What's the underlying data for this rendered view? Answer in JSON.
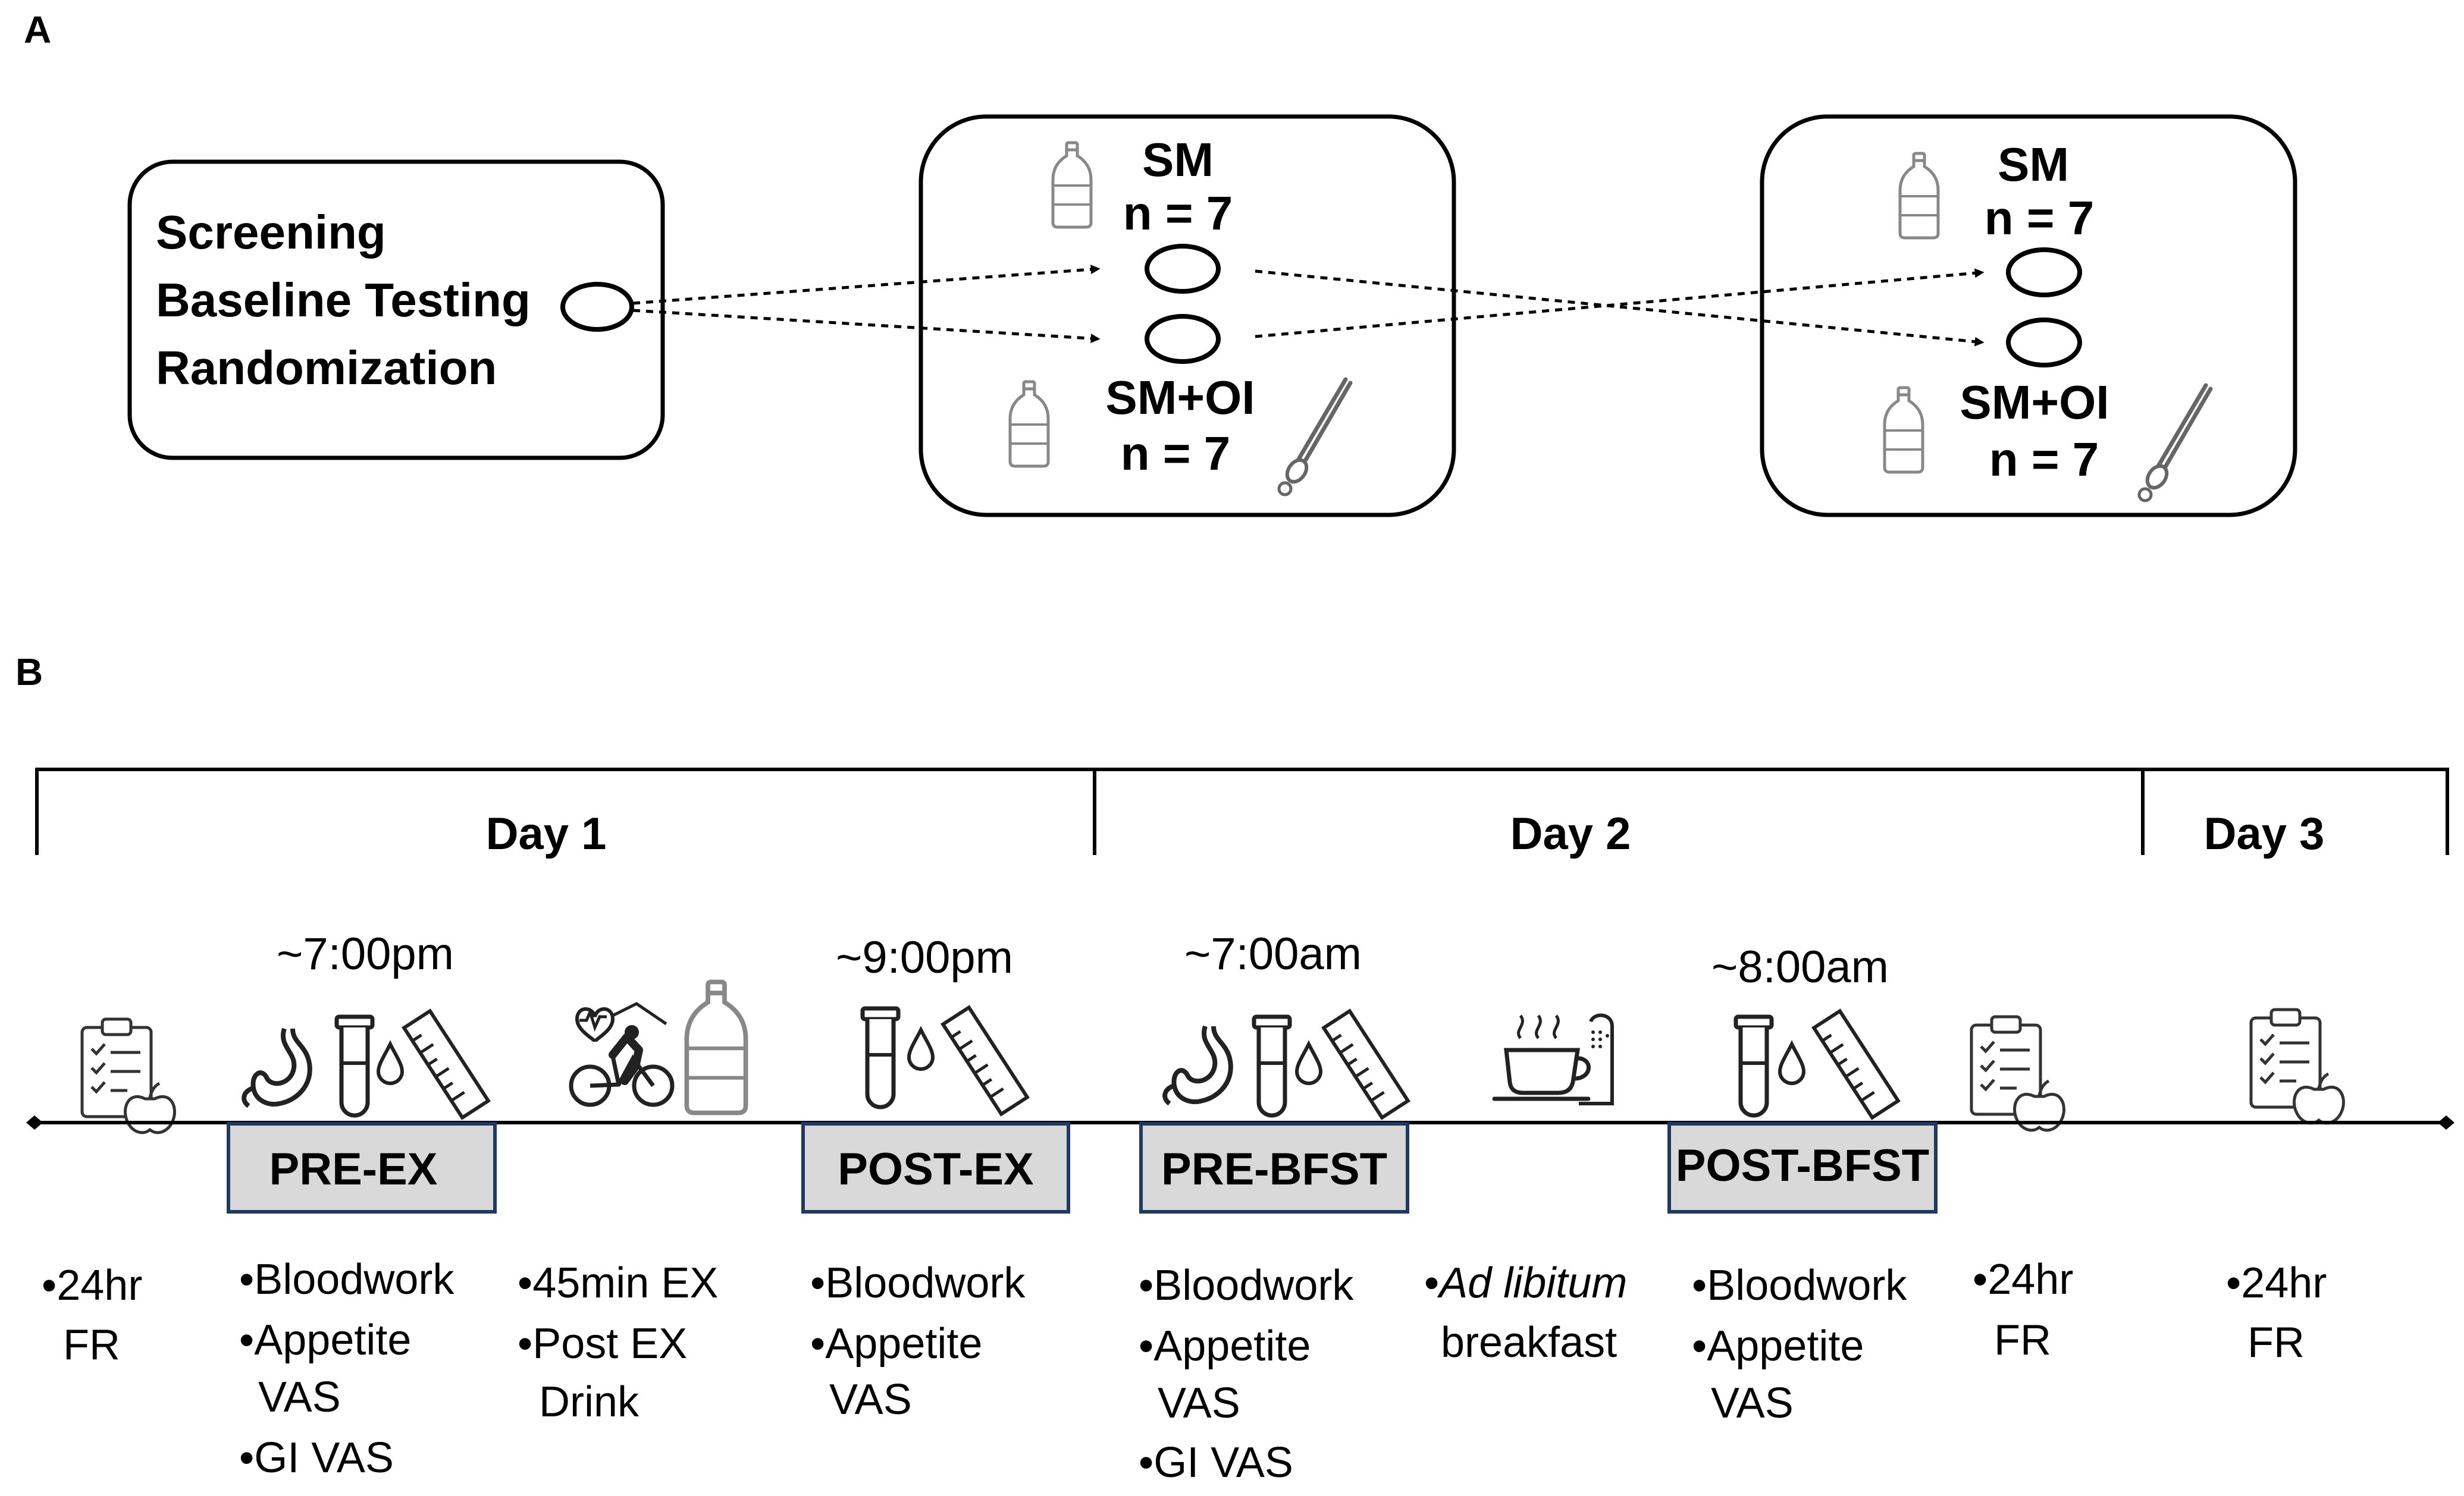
{
  "panel_a": {
    "label": "A",
    "start_box": {
      "lines": [
        "Screening",
        "Baseline Testing",
        "Randomization"
      ]
    },
    "period1": {
      "top_group": {
        "name": "SM",
        "n": "n = 7"
      },
      "bottom_group": {
        "name": "SM+OI",
        "n": "n = 7"
      }
    },
    "period2": {
      "top_group": {
        "name": "SM",
        "n": "n = 7"
      },
      "bottom_group": {
        "name": "SM+OI",
        "n": "n = 7"
      }
    }
  },
  "panel_b": {
    "label": "B",
    "days": [
      "Day 1",
      "Day 2",
      "Day 3"
    ],
    "times": [
      "~7:00pm",
      "~9:00pm",
      "~7:00am",
      "~8:00am"
    ],
    "phases": [
      "PRE-EX",
      "POST-EX",
      "PRE-BFST",
      "POST-BFST"
    ],
    "details": {
      "fr1": [
        "•24hr",
        "FR"
      ],
      "pre_ex": [
        "•Bloodwork",
        "•Appetite",
        "VAS",
        "•GI VAS"
      ],
      "exercise": [
        "•45min EX",
        "•Post EX",
        "Drink"
      ],
      "post_ex": [
        "•Bloodwork",
        "•Appetite",
        "VAS"
      ],
      "pre_bfst": [
        "•Bloodwork",
        "•Appetite",
        "VAS",
        "•GI VAS"
      ],
      "breakfast": [
        "•",
        "Ad libitum",
        "breakfast"
      ],
      "post_bfst": [
        "•Bloodwork",
        "•Appetite",
        "VAS"
      ],
      "fr2": [
        "•24hr",
        "FR"
      ],
      "fr3": [
        "•24hr",
        "FR"
      ]
    }
  }
}
